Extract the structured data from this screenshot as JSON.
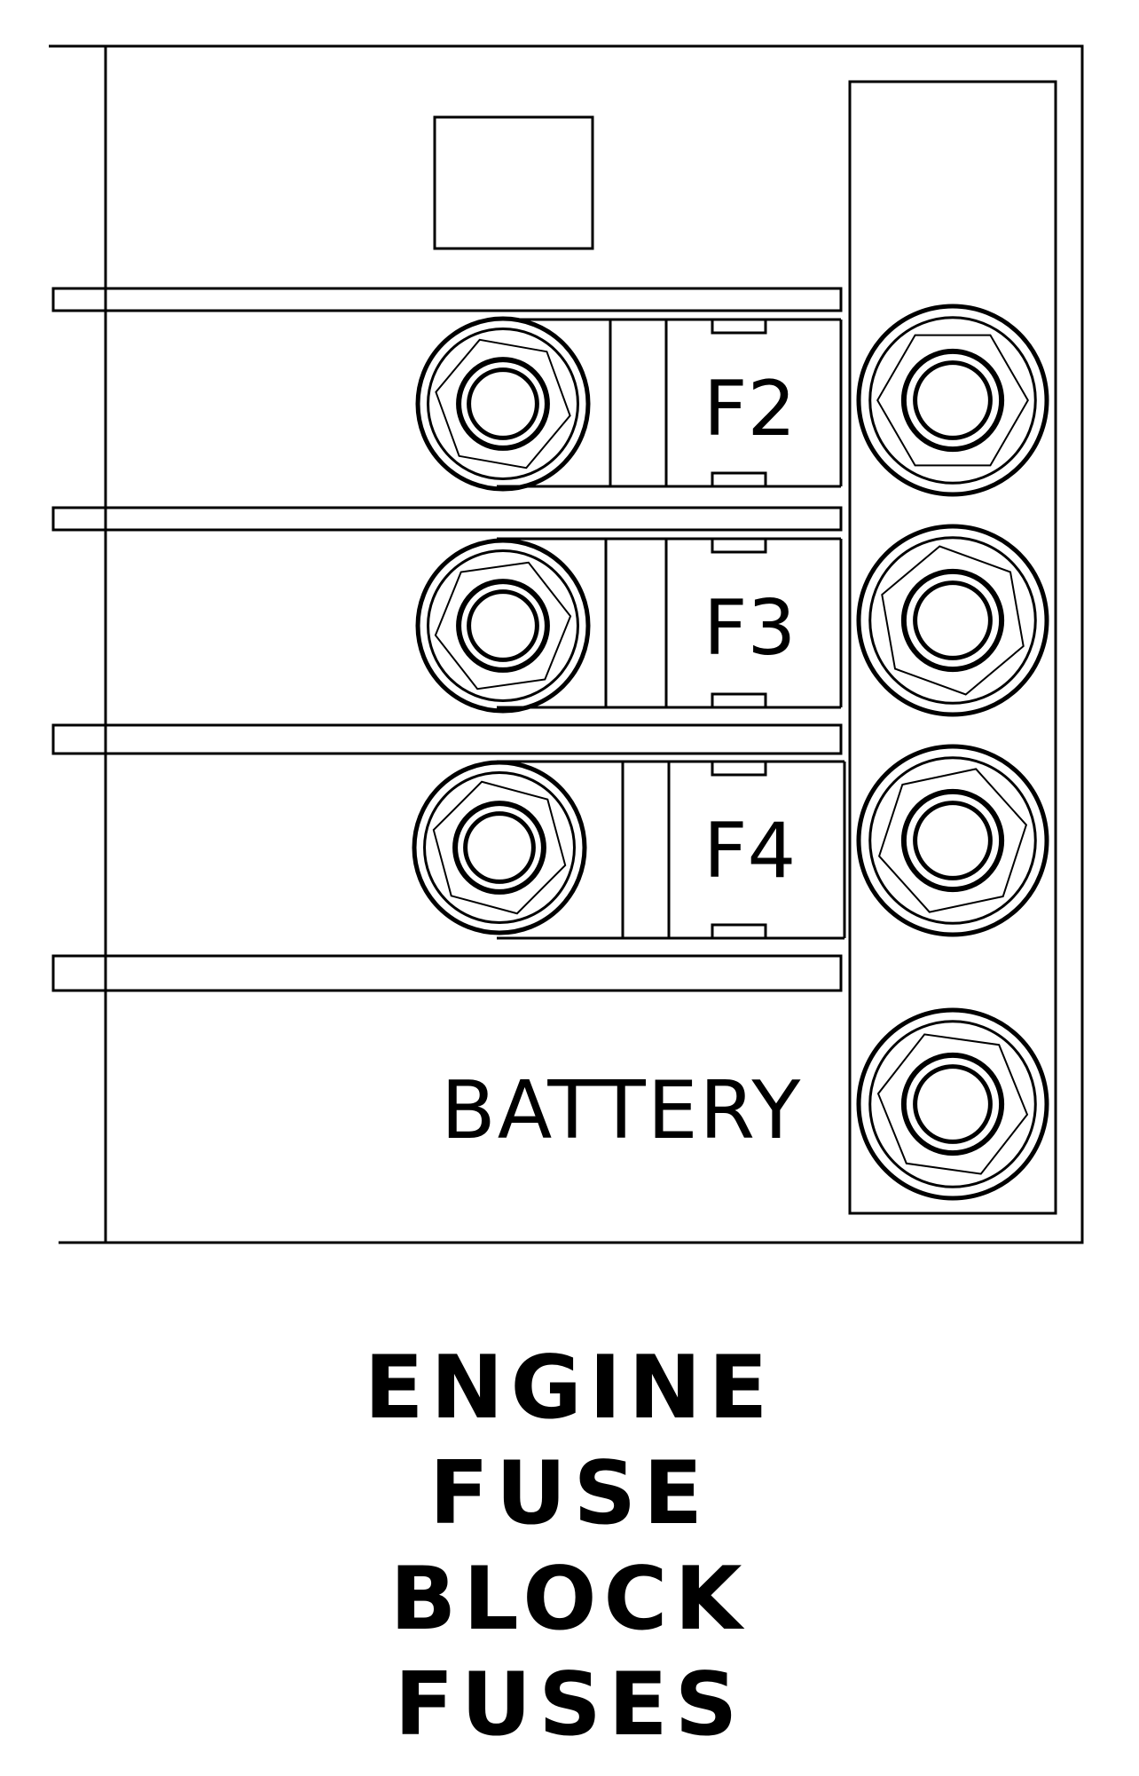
{
  "fuse_block": {
    "fuses": [
      {
        "label": "F2"
      },
      {
        "label": "F3"
      },
      {
        "label": "F4"
      }
    ],
    "battery_label": "BATTERY"
  },
  "caption": {
    "line1": "ENGINE",
    "line2": "FUSE",
    "line3": "BLOCK",
    "line4": "FUSES"
  }
}
